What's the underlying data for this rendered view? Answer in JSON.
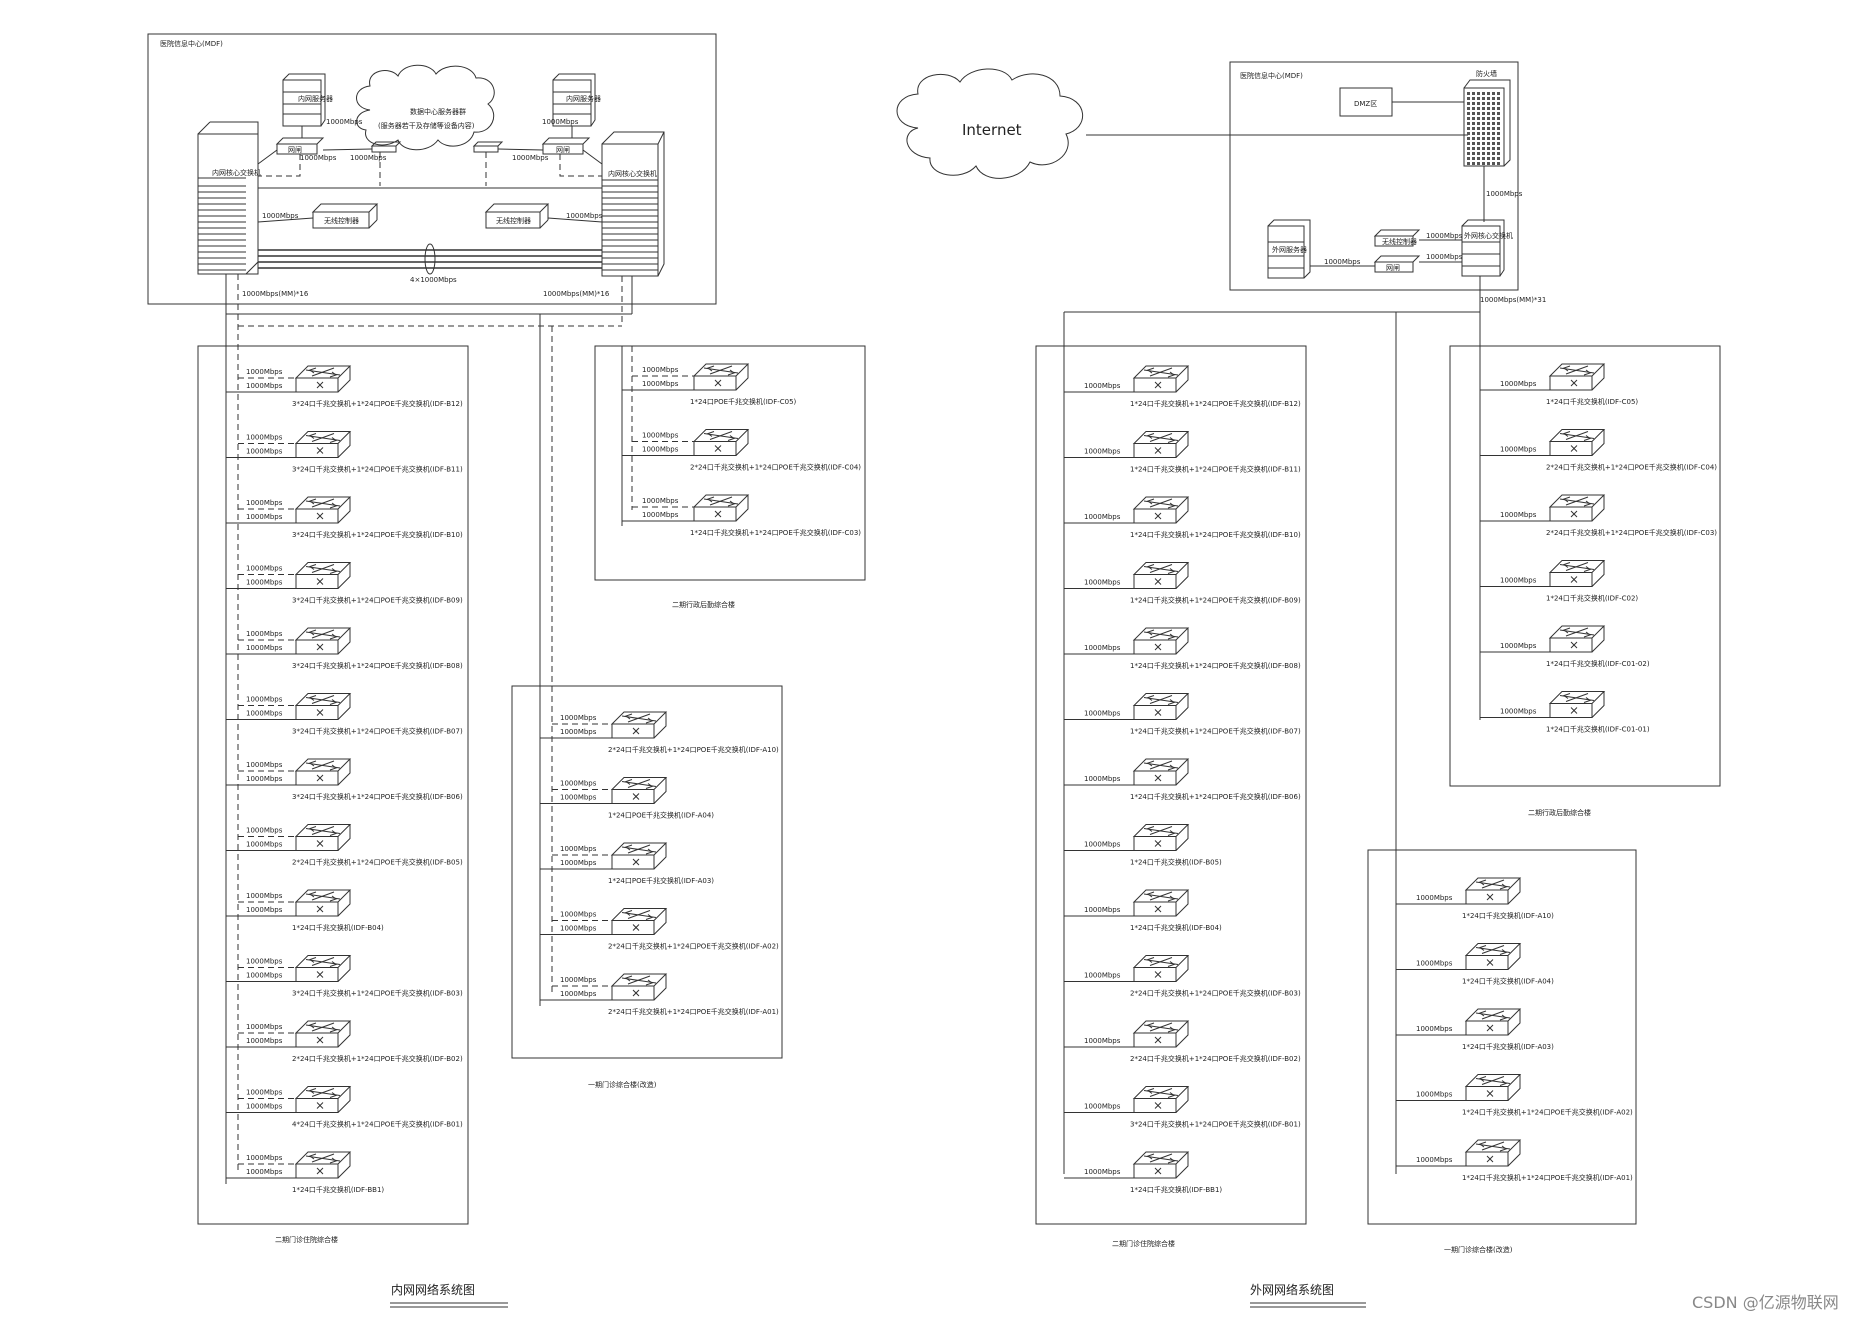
{
  "watermark": "CSDN @亿源物联网",
  "internet_label": "Internet",
  "speed_label": "1000Mbps",
  "inner": {
    "title": "内网网络系统图",
    "mdf_label": "医院信息中心(MDF)",
    "core_left_label": "内网核心交换机",
    "core_right_label": "内网核心交换机",
    "cloud_title": "数据中心服务器群",
    "cloud_subtitle": "(服务器若干及存储等设备内容)",
    "server_label_left": "内网服务器",
    "server_label_right": "内网服务器",
    "gateway_left": "网闸",
    "gateway_right": "网闸",
    "wireless_left": "无线控制器",
    "wireless_right": "无线控制器",
    "link_4x": "4×1000Mbps",
    "uplink_left": "1000Mbps(MM)*16",
    "uplink_right": "1000Mbps(MM)*16",
    "bldg_b_name": "二期门诊住院综合楼",
    "bldg_c_name": "二期行政后勤综合楼",
    "bldg_a_name": "一期门诊综合楼(改造)",
    "switches_b": [
      "3*24口千兆交换机+1*24口POE千兆交换机(IDF-B12)",
      "3*24口千兆交换机+1*24口POE千兆交换机(IDF-B11)",
      "3*24口千兆交换机+1*24口POE千兆交换机(IDF-B10)",
      "3*24口千兆交换机+1*24口POE千兆交换机(IDF-B09)",
      "3*24口千兆交换机+1*24口POE千兆交换机(IDF-B08)",
      "3*24口千兆交换机+1*24口POE千兆交换机(IDF-B07)",
      "3*24口千兆交换机+1*24口POE千兆交换机(IDF-B06)",
      "2*24口千兆交换机+1*24口POE千兆交换机(IDF-B05)",
      "1*24口千兆交换机(IDF-B04)",
      "3*24口千兆交换机+1*24口POE千兆交换机(IDF-B03)",
      "2*24口千兆交换机+1*24口POE千兆交换机(IDF-B02)",
      "4*24口千兆交换机+1*24口POE千兆交换机(IDF-B01)",
      "1*24口千兆交换机(IDF-BB1)"
    ],
    "switches_c": [
      "1*24口POE千兆交换机(IDF-C05)",
      "2*24口千兆交换机+1*24口POE千兆交换机(IDF-C04)",
      "1*24口千兆交换机+1*24口POE千兆交换机(IDF-C03)"
    ],
    "switches_a": [
      "2*24口千兆交换机+1*24口POE千兆交换机(IDF-A10)",
      "1*24口POE千兆交换机(IDF-A04)",
      "1*24口POE千兆交换机(IDF-A03)",
      "2*24口千兆交换机+1*24口POE千兆交换机(IDF-A02)",
      "2*24口千兆交换机+1*24口POE千兆交换机(IDF-A01)"
    ]
  },
  "outer": {
    "title": "外网网络系统图",
    "mdf_label": "医院信息中心(MDF)",
    "dmz_label": "DMZ区",
    "firewall_label": "防火墙",
    "core_label": "外网核心交换机",
    "server_label": "外网服务器",
    "wireless_label": "无线控制器",
    "gateway_label": "网闸",
    "uplink": "1000Mbps(MM)*31",
    "bldg_b_name": "二期门诊住院综合楼",
    "bldg_c_name": "二期行政后勤综合楼",
    "bldg_a_name": "一期门诊综合楼(改造)",
    "switches_b": [
      "1*24口千兆交换机+1*24口POE千兆交换机(IDF-B12)",
      "1*24口千兆交换机+1*24口POE千兆交换机(IDF-B11)",
      "1*24口千兆交换机+1*24口POE千兆交换机(IDF-B10)",
      "1*24口千兆交换机+1*24口POE千兆交换机(IDF-B09)",
      "1*24口千兆交换机+1*24口POE千兆交换机(IDF-B08)",
      "1*24口千兆交换机+1*24口POE千兆交换机(IDF-B07)",
      "1*24口千兆交换机+1*24口POE千兆交换机(IDF-B06)",
      "1*24口千兆交换机(IDF-B05)",
      "1*24口千兆交换机(IDF-B04)",
      "2*24口千兆交换机+1*24口POE千兆交换机(IDF-B03)",
      "2*24口千兆交换机+1*24口POE千兆交换机(IDF-B02)",
      "3*24口千兆交换机+1*24口POE千兆交换机(IDF-B01)",
      "1*24口千兆交换机(IDF-BB1)"
    ],
    "switches_c": [
      "1*24口千兆交换机(IDF-C05)",
      "2*24口千兆交换机+1*24口POE千兆交换机(IDF-C04)",
      "2*24口千兆交换机+1*24口POE千兆交换机(IDF-C03)",
      "1*24口千兆交换机(IDF-C02)",
      "1*24口千兆交换机(IDF-C01-02)",
      "1*24口千兆交换机(IDF-C01-01)"
    ],
    "switches_a": [
      "1*24口千兆交换机(IDF-A10)",
      "1*24口千兆交换机(IDF-A04)",
      "1*24口千兆交换机(IDF-A03)",
      "1*24口千兆交换机+1*24口POE千兆交换机(IDF-A02)",
      "1*24口千兆交换机+1*24口POE千兆交换机(IDF-A01)"
    ]
  }
}
